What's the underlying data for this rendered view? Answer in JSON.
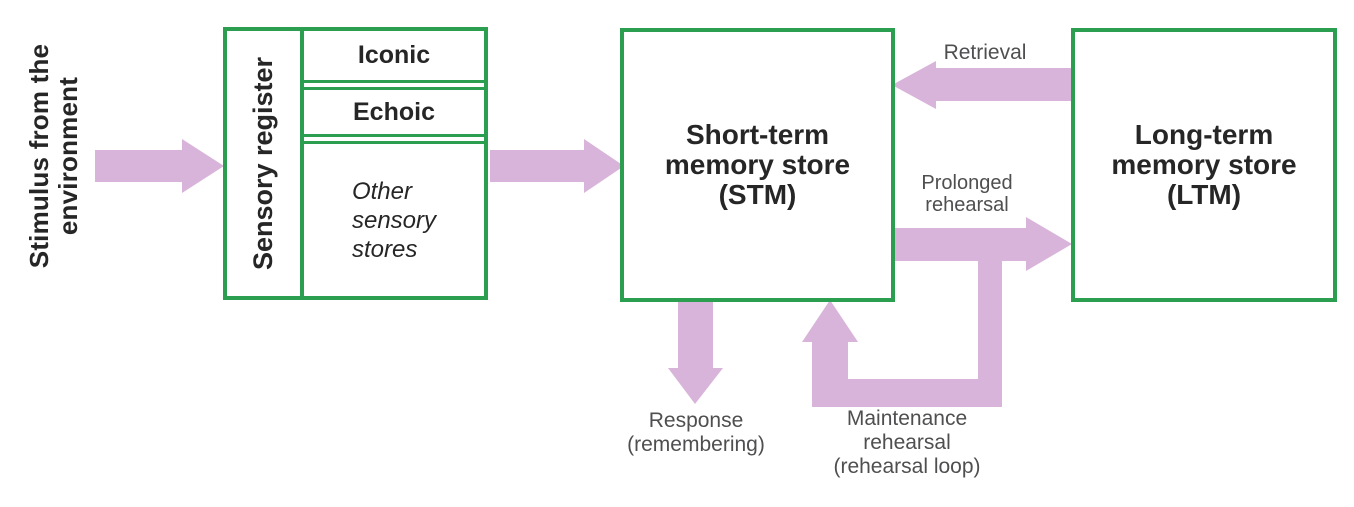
{
  "colors": {
    "box_border": "#2b9e4f",
    "arrow": "#d8b4da",
    "title_text": "#272626",
    "label_text": "#4f4f51"
  },
  "stimulus": {
    "lines": [
      "Stimulus from the",
      "environment"
    ]
  },
  "sensory_register": {
    "label": "Sensory register",
    "cells": [
      "Iconic",
      "Echoic"
    ],
    "other": {
      "lines": [
        "Other",
        "sensory",
        "stores"
      ]
    }
  },
  "stm": {
    "lines": [
      "Short-term",
      "memory store",
      "(STM)"
    ]
  },
  "ltm": {
    "lines": [
      "Long-term",
      "memory store",
      "(LTM)"
    ]
  },
  "arrow_labels": {
    "retrieval": "Retrieval",
    "prolonged": {
      "lines": [
        "Prolonged",
        "rehearsal"
      ]
    },
    "response": {
      "lines": [
        "Response",
        "(remembering)"
      ]
    },
    "maintenance": {
      "lines": [
        "Maintenance",
        "rehearsal",
        "(rehearsal loop)"
      ]
    }
  }
}
